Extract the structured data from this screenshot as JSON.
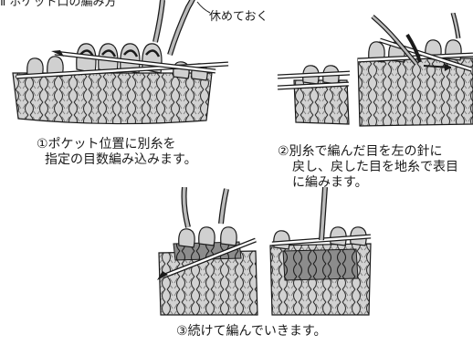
{
  "header": {
    "cropped_text": "Ⅱ ポケット口の編み方"
  },
  "step1": {
    "callout_label": "休めておく",
    "caption_line1": "①ポケット位置に別糸を",
    "caption_line2": "指定の目数編み込みます。"
  },
  "step2": {
    "caption_line1": "②別糸で編んだ目を左の針に",
    "caption_line2": "戻し、戻した目を地糸で表目",
    "caption_line3": "に編みます。"
  },
  "step3": {
    "caption": "③続けて編んでいきます。"
  },
  "colors": {
    "ink": "#1a1a1a",
    "knit_fill": "#c8c8c8",
    "waste_yarn": "#3a3a3a"
  }
}
